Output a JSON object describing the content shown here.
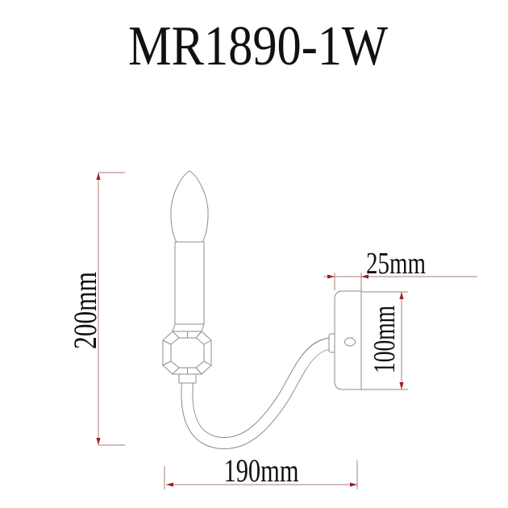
{
  "title": "MR1890-1W",
  "dimensions": {
    "overall_height": "200mm",
    "overall_width": "190mm",
    "backplate_depth": "25mm",
    "backplate_height": "100mm"
  },
  "colors": {
    "background": "#ffffff",
    "drawing_line": "#8c8c8c",
    "dimension_line": "#a87c7c",
    "dimension_arrow": "#a02020",
    "text": "#111111"
  }
}
